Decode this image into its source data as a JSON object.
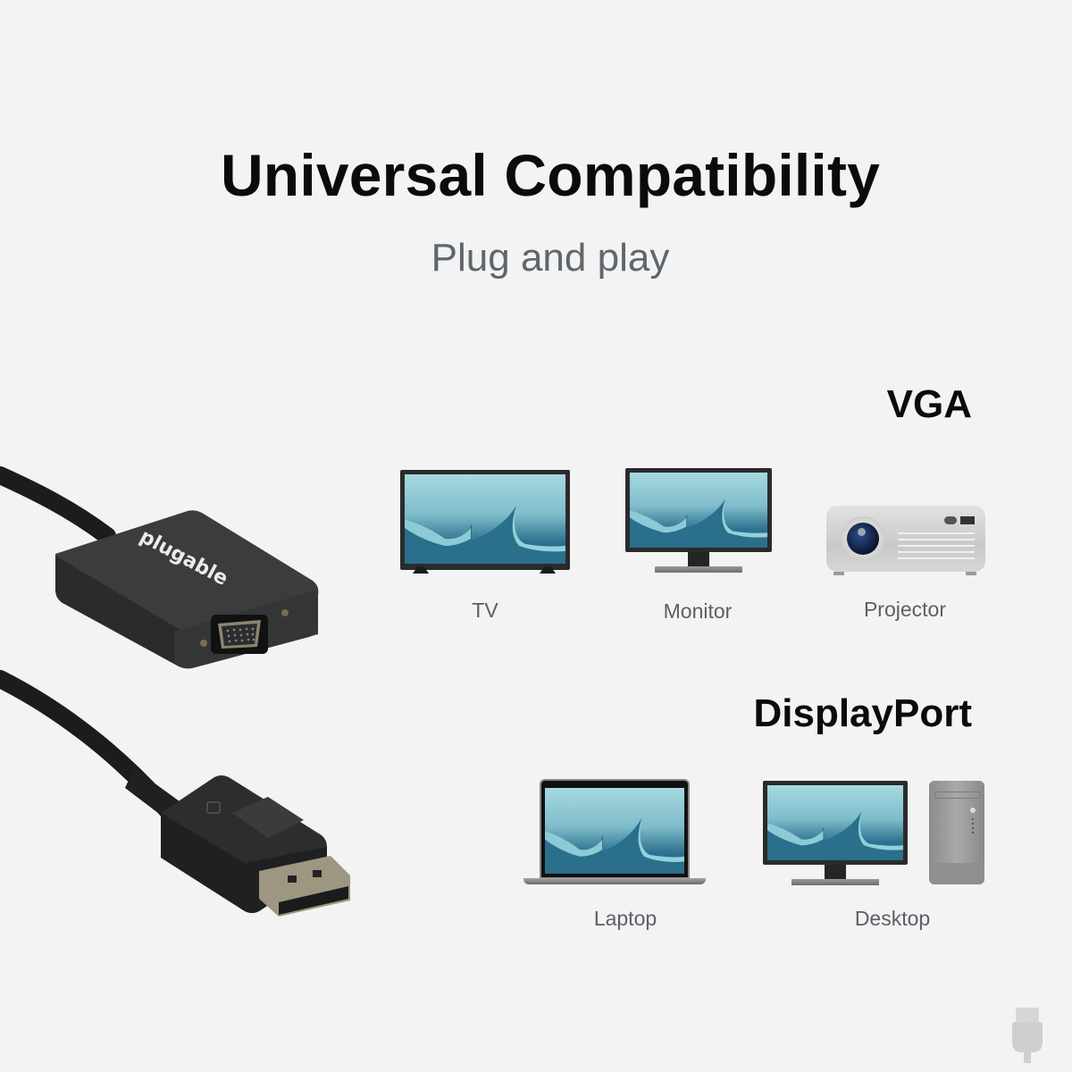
{
  "header": {
    "title": "Universal Compatibility",
    "subtitle": "Plug and play"
  },
  "sections": [
    {
      "heading": "VGA",
      "devices": [
        {
          "label": "TV",
          "icon": "tv-icon"
        },
        {
          "label": "Monitor",
          "icon": "monitor-icon"
        },
        {
          "label": "Projector",
          "icon": "projector-icon"
        }
      ]
    },
    {
      "heading": "DisplayPort",
      "devices": [
        {
          "label": "Laptop",
          "icon": "laptop-icon"
        },
        {
          "label": "Desktop",
          "icon": "desktop-icon"
        }
      ]
    }
  ],
  "product": {
    "brand": "plugable",
    "type": "DisplayPort to VGA adapter",
    "ports": [
      "VGA female",
      "DisplayPort male"
    ]
  },
  "watermark": {
    "icon": "usb-plug-icon"
  },
  "colors": {
    "background": "#f3f3f3",
    "title": "#0b0b0b",
    "subtitle": "#5f676d",
    "label": "#5a6066",
    "adapter_body": "#2f3133",
    "screen_light": "#a6d9e1",
    "screen_dark": "#1e5f7d"
  }
}
